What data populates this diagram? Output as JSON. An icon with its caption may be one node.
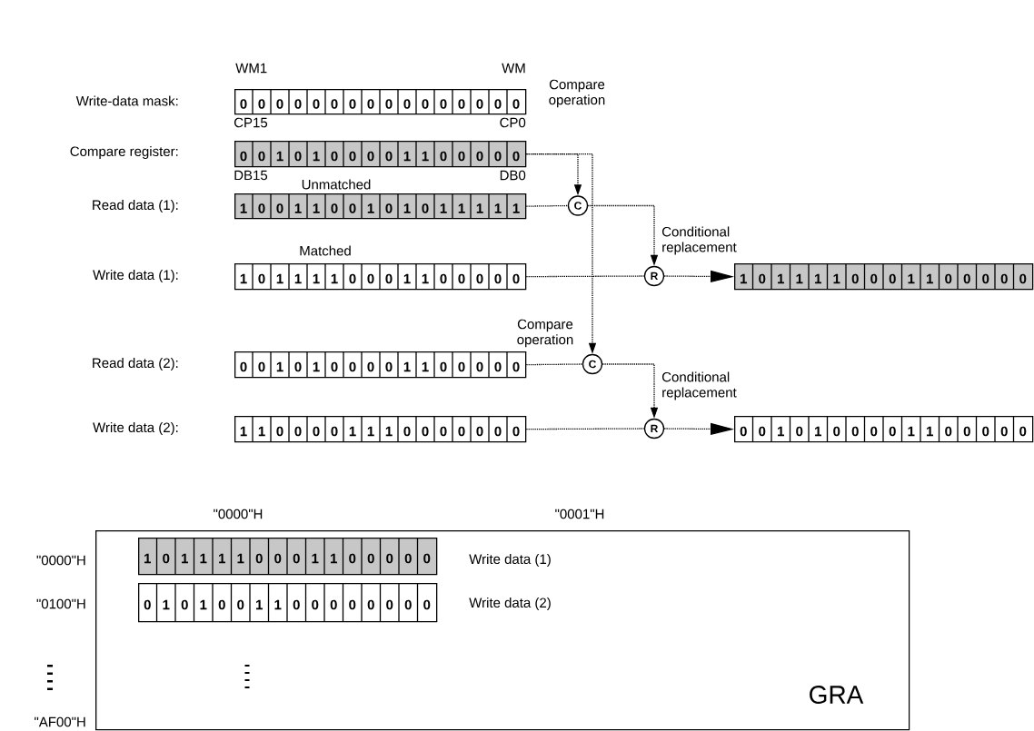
{
  "diagram": {
    "nodes": [
      {
        "text": [
          "0",
          "0",
          "0",
          "0",
          "0",
          "0",
          "0",
          "0",
          "0",
          "0",
          "0",
          "0",
          "0",
          "0",
          "0",
          "0"
        ]
      },
      {
        "text": [
          "0",
          "0",
          "1",
          "0",
          "1",
          "0",
          "0",
          "0",
          "0",
          "1",
          "1",
          "0",
          "0",
          "0",
          "0",
          "0"
        ]
      },
      {
        "text": [
          "1",
          "0",
          "0",
          "1",
          "1",
          "0",
          "0",
          "1",
          "0",
          "1",
          "0",
          "1",
          "1",
          "1",
          "1",
          "1"
        ]
      },
      {
        "text": [
          "1",
          "0",
          "1",
          "1",
          "1",
          "1",
          "0",
          "0",
          "0",
          "1",
          "1",
          "0",
          "0",
          "0",
          "0",
          "0"
        ]
      },
      {
        "text": [
          "C"
        ]
      },
      {
        "text": [
          "R"
        ]
      },
      {
        "text": [
          "1",
          "0",
          "1",
          "1",
          "1",
          "1",
          "0",
          "0",
          "0",
          "1",
          "1",
          "0",
          "0",
          "0",
          "0",
          "0"
        ]
      },
      {
        "text": [
          "0",
          "0",
          "1",
          "0",
          "1",
          "0",
          "0",
          "0",
          "0",
          "1",
          "1",
          "0",
          "0",
          "0",
          "0",
          "0"
        ]
      },
      {
        "text": [
          "1",
          "1",
          "0",
          "0",
          "0",
          "0",
          "1",
          "1",
          "1",
          "0",
          "0",
          "0",
          "0",
          "0",
          "0",
          "0"
        ]
      },
      {
        "text": [
          "C"
        ]
      },
      {
        "text": [
          "R"
        ]
      },
      {
        "text": [
          "0",
          "0",
          "1",
          "0",
          "1",
          "0",
          "0",
          "0",
          "0",
          "1",
          "1",
          "0",
          "0",
          "0",
          "0",
          "0"
        ]
      },
      {
        "text": [
          "GRA"
        ]
      },
      {
        "text": [
          "1",
          "0",
          "1",
          "1",
          "1",
          "1",
          "0",
          "0",
          "0",
          "1",
          "1",
          "0",
          "0",
          "0",
          "0",
          "0"
        ],
        "in": 12
      },
      {
        "text": [
          "0",
          "1",
          "0",
          "1",
          "0",
          "0",
          "1",
          "1",
          "0",
          "0",
          "0",
          "0",
          "0",
          "0",
          "0",
          "0"
        ],
        "in": 12
      }
    ],
    "edges": [
      {
        "from": 1,
        "to": 4,
        "arrow": "to"
      },
      {
        "from": 1,
        "to": 9,
        "arrow": "to"
      },
      {
        "from": 2,
        "to": 4,
        "arrow": "none"
      },
      {
        "from": 4,
        "to": 5,
        "arrow": "to"
      },
      {
        "from": 3,
        "to": 5,
        "arrow": "none"
      },
      {
        "from": 5,
        "to": 6,
        "arrow": "to"
      },
      {
        "from": 7,
        "to": 9,
        "arrow": "none"
      },
      {
        "from": 9,
        "to": 10,
        "arrow": "to"
      },
      {
        "from": 8,
        "to": 10,
        "arrow": "none"
      },
      {
        "from": 10,
        "to": 11,
        "arrow": "to"
      }
    ],
    "labels": [
      "WM1",
      "WM",
      "Write-data mask:",
      "CP15",
      "CP0",
      "Compare operation",
      "Compare register:",
      "DB15",
      "Unmatched",
      "DB0",
      "Read data (1):",
      "Matched",
      "Conditional replacement",
      "Write data (1):",
      "Compare operation",
      "Read data (2):",
      "Conditional replacement",
      "Write data (2):",
      "\"0000\"H",
      "\"0001\"H",
      "\"0000\"H",
      "Write data (1)",
      "\"0100\"H",
      "Write data (2)",
      "\"AF00\"H"
    ]
  }
}
